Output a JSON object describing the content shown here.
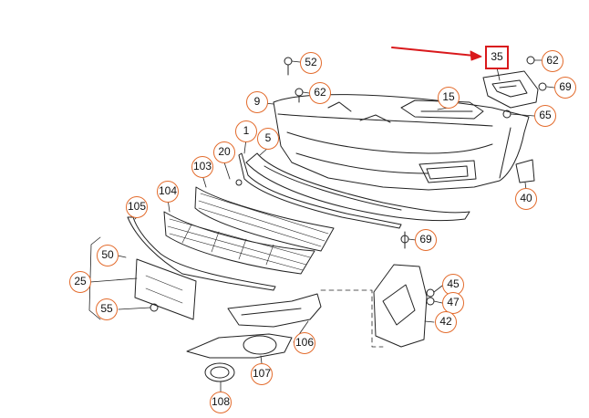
{
  "diagram": {
    "highlighted_part": "35",
    "arrow_color": "#d9191c",
    "callout_color": "#e36b2c",
    "callouts": [
      {
        "id": "c35",
        "label": "35",
        "boxed": true
      },
      {
        "id": "c62a",
        "label": "62"
      },
      {
        "id": "c69a",
        "label": "69"
      },
      {
        "id": "c65",
        "label": "65"
      },
      {
        "id": "c52",
        "label": "52"
      },
      {
        "id": "c62b",
        "label": "62"
      },
      {
        "id": "c9",
        "label": "9"
      },
      {
        "id": "c15",
        "label": "15"
      },
      {
        "id": "c1",
        "label": "1"
      },
      {
        "id": "c5",
        "label": "5"
      },
      {
        "id": "c20",
        "label": "20"
      },
      {
        "id": "c103",
        "label": "103"
      },
      {
        "id": "c104",
        "label": "104"
      },
      {
        "id": "c105",
        "label": "105"
      },
      {
        "id": "c40",
        "label": "40"
      },
      {
        "id": "c69b",
        "label": "69"
      },
      {
        "id": "c50",
        "label": "50"
      },
      {
        "id": "c25",
        "label": "25"
      },
      {
        "id": "c55",
        "label": "55"
      },
      {
        "id": "c45",
        "label": "45"
      },
      {
        "id": "c47",
        "label": "47"
      },
      {
        "id": "c42",
        "label": "42"
      },
      {
        "id": "c106",
        "label": "106"
      },
      {
        "id": "c107",
        "label": "107"
      },
      {
        "id": "c108",
        "label": "108"
      }
    ]
  }
}
